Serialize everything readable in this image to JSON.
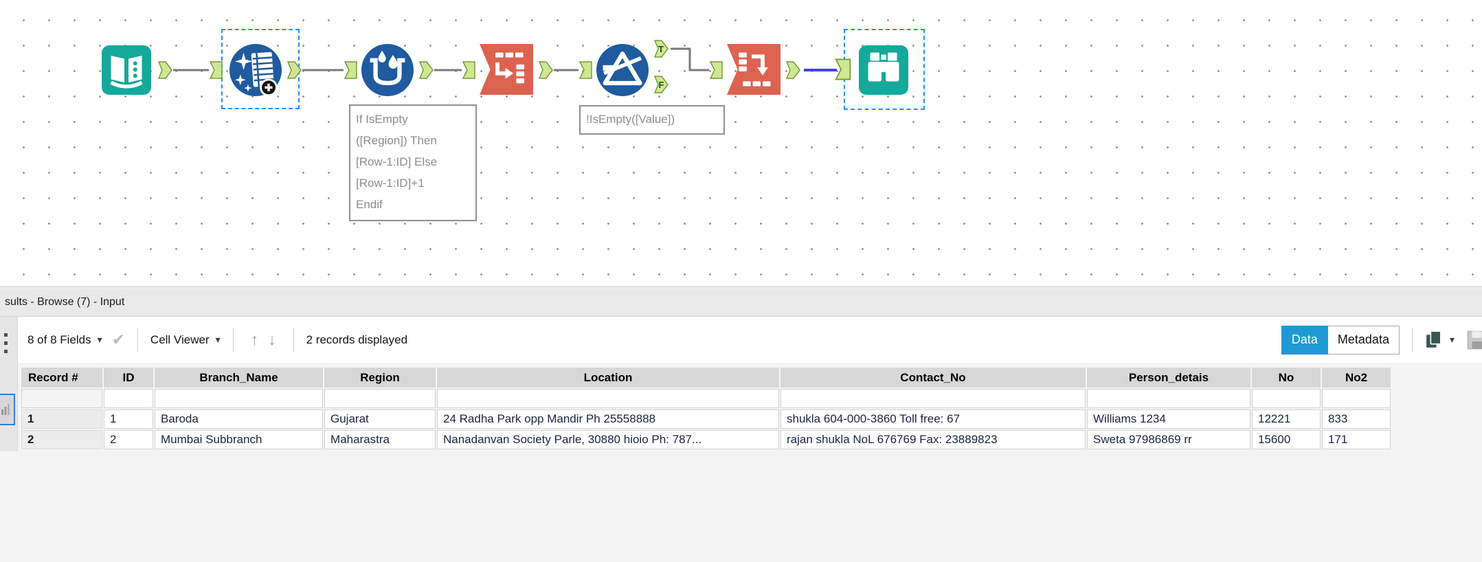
{
  "canvas": {
    "annotations": {
      "multi_row_formula": "If IsEmpty\n([Region]) Then\n[Row-1:ID] Else\n[Row-1:ID]+1\nEndif",
      "filter": "!IsEmpty([Value])"
    },
    "anchors": {
      "t": "T",
      "f": "F"
    },
    "tools": [
      "input-data",
      "table-sparkles",
      "multi-row-formula",
      "transpose",
      "filter",
      "cross-tab",
      "browse"
    ]
  },
  "results": {
    "title": "sults - Browse (7) - Input",
    "toolbar": {
      "fields": "8 of 8 Fields",
      "cell_viewer": "Cell Viewer",
      "records": "2 records displayed",
      "data_tab": "Data",
      "metadata_tab": "Metadata",
      "caret": "▾",
      "check": "✔",
      "up": "↑",
      "down": "↓"
    },
    "table": {
      "columns": [
        "Record #",
        "ID",
        "Branch_Name",
        "Region",
        "Location",
        "Contact_No",
        "Person_detais",
        "No",
        "No2"
      ],
      "rows": [
        [
          "1",
          "1",
          "Baroda",
          "Gujarat",
          "24 Radha Park opp Mandir Ph 25558888",
          "shukla 604-000-3860 Toll free: 67",
          "Williams 1234",
          "12221",
          "833"
        ],
        [
          "2",
          "2",
          "Mumbai Subbranch",
          "Maharastra",
          "Nanadanvan Society Parle, 30880 hioio Ph: 787...",
          "rajan shukla NoL 676769 Fax: 23889823",
          "Sweta 97986869 rr",
          "15600",
          "171"
        ]
      ]
    }
  },
  "icons": {
    "book-icon": "open journal on teal square",
    "table-sparkles-icon": "blue circle, table with sparkles and plus badge",
    "bucket-drops-icon": "blue circle, bucket with water drops",
    "transpose-icon": "orange pennant, rows to column arrow",
    "filter-funnel-icon": "blue circle, funnel triangle with slash",
    "crosstab-icon": "orange pennant, column to row arrow",
    "binoculars-icon": "teal square binoculars",
    "copy-icon": "stacked pages",
    "save-icon": "floppy disk"
  },
  "colors": {
    "teal_tool": "#14a99a",
    "blue_tool": "#1f5b9e",
    "orange_tool": "#dd6351",
    "anchor_green": "#cfe793",
    "selection_blue": "#1e8fff",
    "wire_gray": "#7a7a7a",
    "wire_selected_blue": "#4440ee",
    "data_tab_blue": "#1d9ad3",
    "quality_bar_green": "#9edd6d"
  }
}
